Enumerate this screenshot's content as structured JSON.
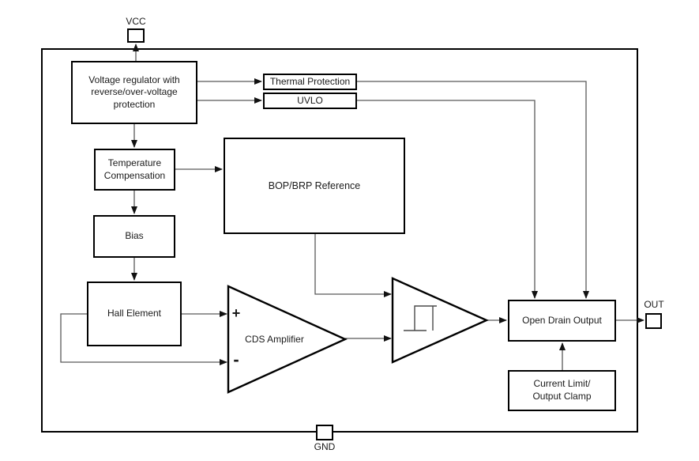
{
  "pins": {
    "vcc": "VCC",
    "gnd": "GND",
    "out": "OUT"
  },
  "blocks": {
    "voltage_regulator": "Voltage regulator with\nreverse/over-voltage\nprotection",
    "thermal_protection": "Thermal Protection",
    "uvlo": "UVLO",
    "temperature_compensation": "Temperature\nCompensation",
    "bop_brp_reference": "BOP/BRP Reference",
    "bias": "Bias",
    "hall_element": "Hall Element",
    "cds_amplifier_label": "CDS Amplifier",
    "plus_sign": "+",
    "minus_sign": "-",
    "open_drain_output": "Open Drain Output",
    "current_limit": "Current Limit/\nOutput Clamp"
  },
  "colors": {
    "background": "#ffffff",
    "box_border": "#000000",
    "connector": "#595959",
    "arrowhead": "#111111",
    "text": "#1a1a1a"
  }
}
